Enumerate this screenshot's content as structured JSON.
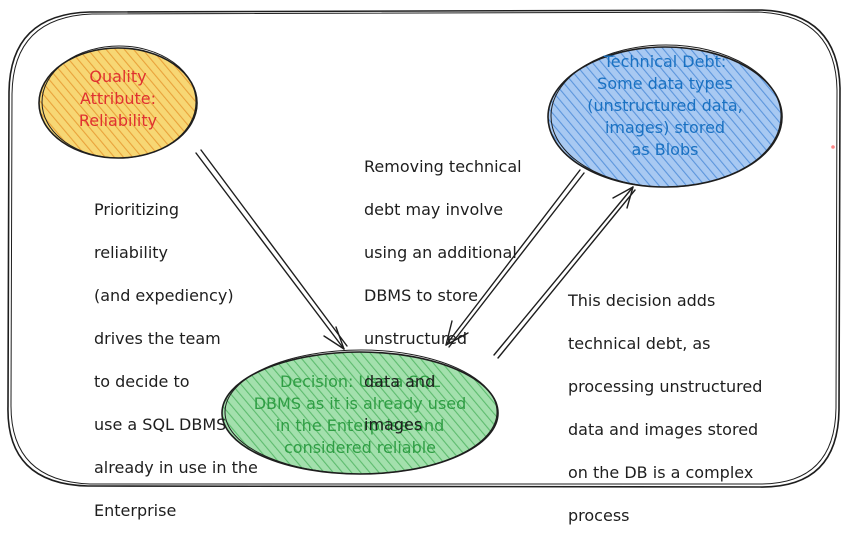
{
  "nodes": {
    "quality": {
      "lines": [
        "Quality",
        "Attribute:",
        "Reliability"
      ],
      "text_color": "#e03131",
      "fill_color": "#f5c542"
    },
    "debt": {
      "lines": [
        "Technical Debt:",
        "Some data types",
        "(unstructured data,",
        "images) stored",
        "as Blobs"
      ],
      "text_color": "#1971c2",
      "fill_color": "#74a9e8"
    },
    "decision": {
      "lines": [
        "Decision: Use a SQL",
        "DBMS as it is already used",
        "in the Enterprise and",
        "considered reliable"
      ],
      "text_color": "#2f9e44",
      "fill_color": "#69c77a"
    }
  },
  "notes": {
    "reliability": [
      "Prioritizing",
      "reliability",
      "(and expediency)",
      "drives the team",
      "to decide to",
      "use a SQL DBMS",
      "already in use in the",
      "Enterprise"
    ],
    "removing": [
      "Removing technical",
      "debt may involve",
      "using an additional",
      "DBMS to store",
      "unstructured",
      "data and",
      "images"
    ],
    "adds": [
      "This decision adds",
      "technical debt, as",
      "processing unstructured",
      "data and images stored",
      "on the DB is a complex",
      "process"
    ]
  },
  "colors": {
    "stroke": "#1e1e1e",
    "dot": "#ff8787"
  }
}
